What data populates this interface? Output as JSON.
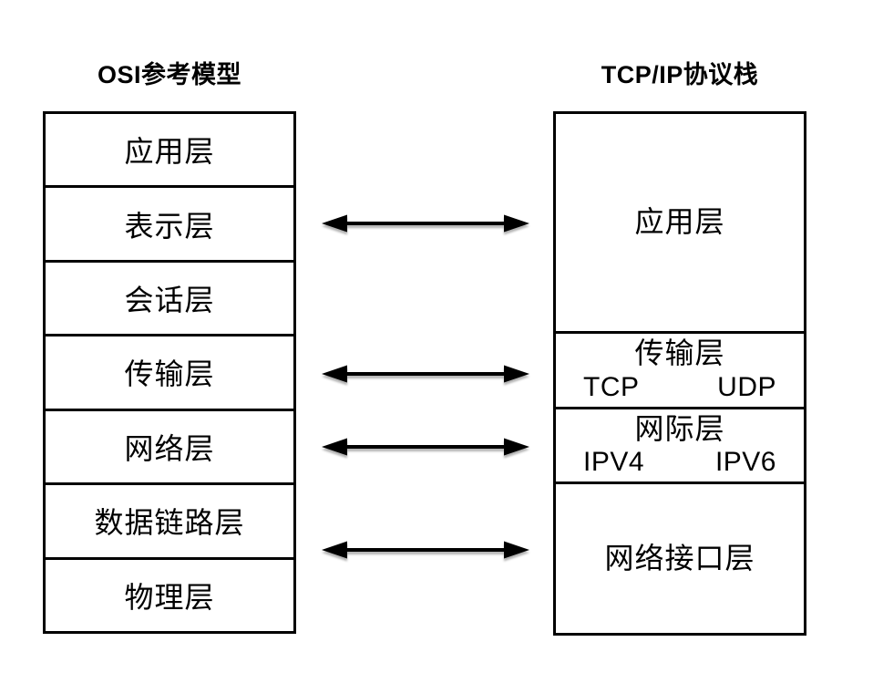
{
  "titles": {
    "left": "OSI参考模型",
    "right": "TCP/IP协议栈"
  },
  "osi_layers": [
    "应用层",
    "表示层",
    "会话层",
    "传输层",
    "网络层",
    "数据链路层",
    "物理层"
  ],
  "tcpip_sections": [
    {
      "label": "应用层",
      "sublabels": []
    },
    {
      "label": "传输层",
      "sublabels": [
        "TCP",
        "UDP"
      ]
    },
    {
      "label": "网际层",
      "sublabels": [
        "IPV4",
        "IPV6"
      ]
    },
    {
      "label": "网络接口层",
      "sublabels": []
    }
  ],
  "arrows": [
    {
      "from_osi": "表示层",
      "to_tcpip": "应用层"
    },
    {
      "from_osi": "传输层",
      "to_tcpip": "传输层"
    },
    {
      "from_osi": "网络层",
      "to_tcpip": "网际层"
    },
    {
      "from_osi": "数据链路层",
      "to_tcpip": "网络接口层"
    }
  ],
  "colors": {
    "background": "#ffffff",
    "line": "#000000",
    "text": "#000000"
  }
}
